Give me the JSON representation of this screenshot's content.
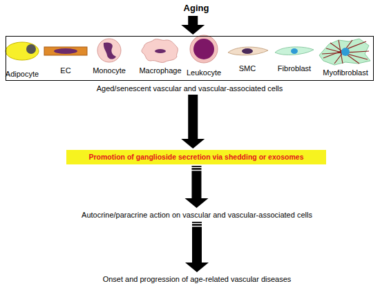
{
  "diagram": {
    "nodes": [
      {
        "text": [
          "Aging"
        ]
      },
      {
        "text": [
          "Aged/senescent vascular and vascular-associated cells"
        ]
      },
      {
        "text": [
          "Promotion of ganglioside secretion via shedding or exosomes"
        ]
      },
      {
        "text": [
          "Autocrine/paracrine action on vascular and vascular-associated cells"
        ]
      },
      {
        "text": [
          "Onset and progression of age-related vascular diseases"
        ]
      }
    ],
    "edges": [
      {
        "from": 0,
        "to": 1,
        "arrow": "to"
      },
      {
        "from": 1,
        "to": 2,
        "arrow": "to"
      },
      {
        "from": 2,
        "to": 3,
        "arrow": "to"
      },
      {
        "from": 3,
        "to": 4,
        "arrow": "to"
      }
    ],
    "labels": [
      "Adipocyte",
      "EC",
      "Monocyte",
      "Macrophage",
      "Leukocyte",
      "SMC",
      "Fibroblast",
      "Myofibroblast"
    ]
  }
}
